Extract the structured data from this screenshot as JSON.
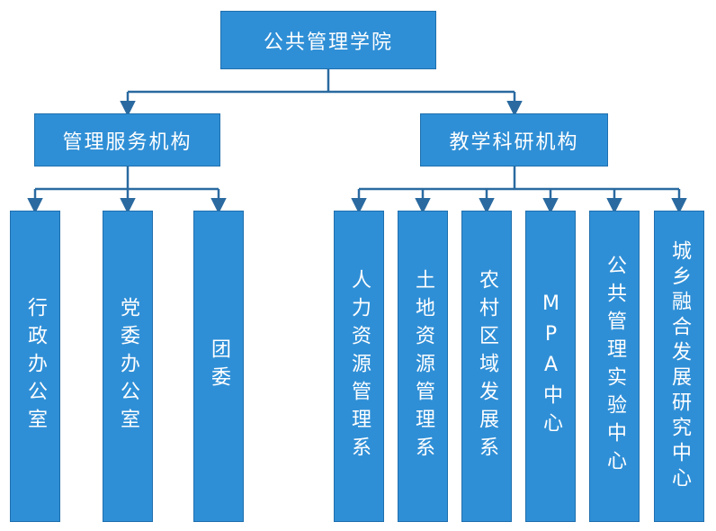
{
  "root": {
    "label": "公共管理学院"
  },
  "branches": [
    {
      "label": "管理服务机构",
      "children": [
        "行政办公室",
        "党委办公室",
        "团委"
      ]
    },
    {
      "label": "教学科研机构",
      "children": [
        "人力资源管理系",
        "土地资源管理系",
        "农村区域发展系",
        "MPA中心",
        "公共管理实验中心",
        "城乡融合发展研究中心"
      ]
    }
  ],
  "colors": {
    "box": "#2f8fd6",
    "border": "#1f6fae",
    "line": "#2a6aa0",
    "text": "#ffffff"
  }
}
